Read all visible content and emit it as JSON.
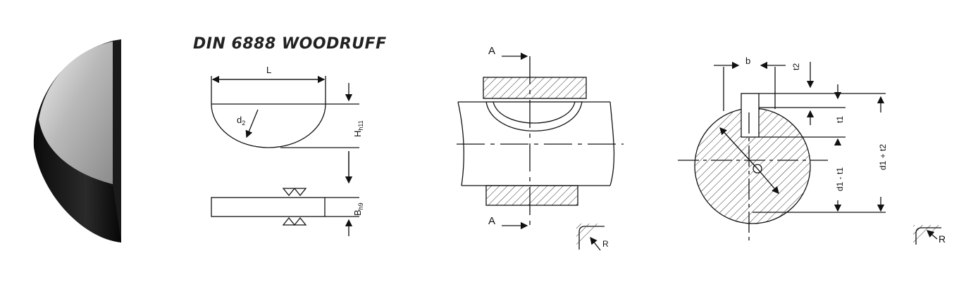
{
  "title": "DIN 6888 WOODRUFF",
  "labels": {
    "L": "L",
    "d2": "d",
    "d2_sub": "2",
    "H": "H",
    "H_sub": "h11",
    "B": "B",
    "B_sub": "h9",
    "A_top": "A",
    "A_bottom": "A",
    "R_mid": "R",
    "b": "b",
    "t2": "t2",
    "t1": "t1",
    "d1_minus_t1": "d1 - t1",
    "d1_plus_t2": "d1 + t2",
    "R_right": "R"
  }
}
